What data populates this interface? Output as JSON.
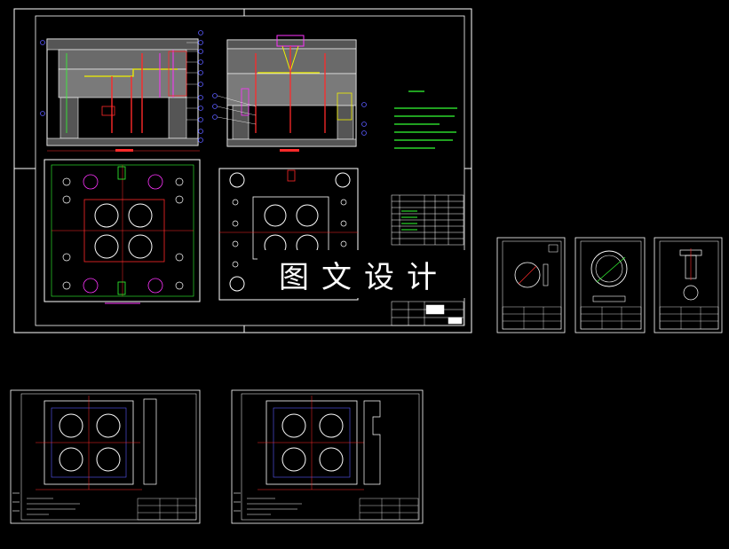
{
  "watermark": {
    "text": "图文设计"
  },
  "colors": {
    "background": "#000000",
    "frame": "#ffffff",
    "outline": "#ffffff",
    "hatch": "#cfcfcf",
    "red": "#ff2a2a",
    "yellow": "#f0f000",
    "green": "#33ff33",
    "blue": "#5a5aff",
    "magenta": "#ff33ff",
    "cyan": "#33e0e0"
  },
  "sheets": [
    {
      "id": "main-assembly",
      "view": "assembly"
    },
    {
      "id": "part-plate-1",
      "view": "plate"
    },
    {
      "id": "part-ring",
      "view": "ring"
    },
    {
      "id": "part-pin",
      "view": "pin"
    },
    {
      "id": "cavity-plate-a",
      "view": "cavity"
    },
    {
      "id": "cavity-plate-b",
      "view": "cavity"
    }
  ]
}
